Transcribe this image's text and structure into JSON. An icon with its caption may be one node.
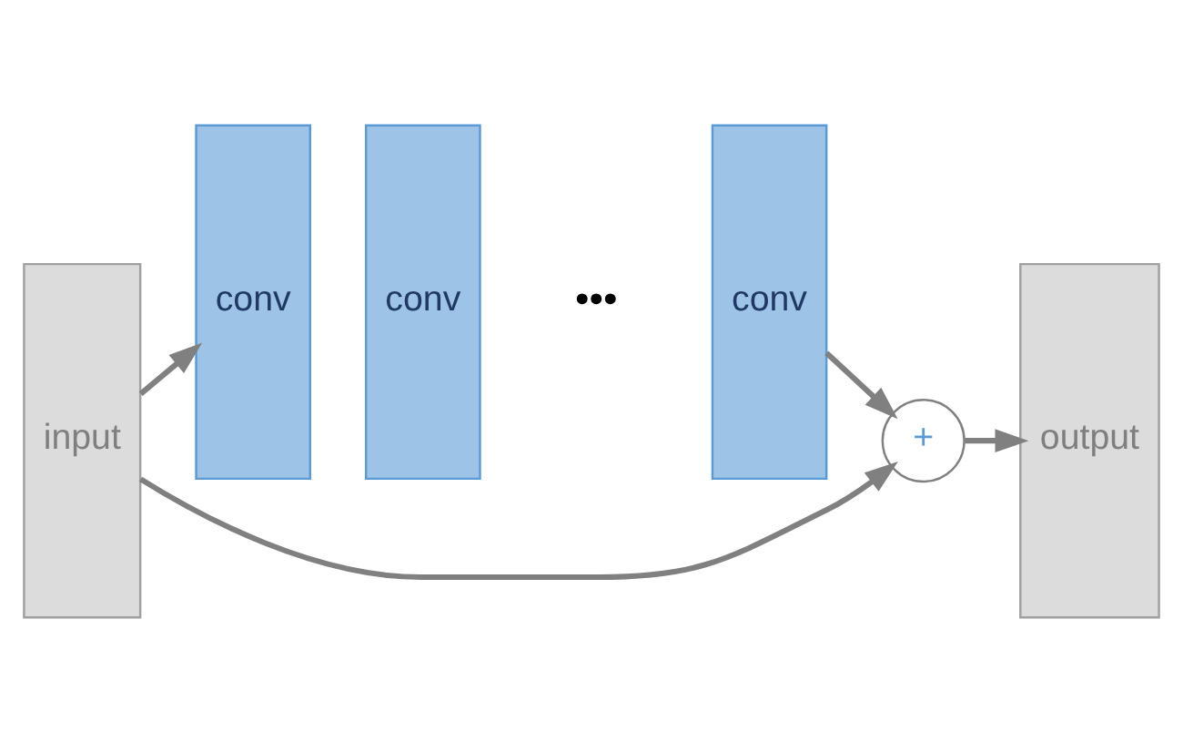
{
  "diagram": {
    "nodes": [
      {
        "text": [
          "input"
        ]
      },
      {
        "text": [
          "conv"
        ]
      },
      {
        "text": [
          "conv"
        ]
      },
      {
        "text": [
          "conv"
        ]
      },
      {
        "text": [
          "+"
        ]
      },
      {
        "text": [
          "output"
        ]
      }
    ],
    "edges": [
      {
        "from": 0,
        "to": 1,
        "arrow": "to"
      },
      {
        "from": 0,
        "to": 4,
        "arrow": "to"
      },
      {
        "from": 3,
        "to": 4,
        "arrow": "to"
      },
      {
        "from": 4,
        "to": 5,
        "arrow": "to"
      }
    ],
    "labels": [
      "•••"
    ]
  }
}
